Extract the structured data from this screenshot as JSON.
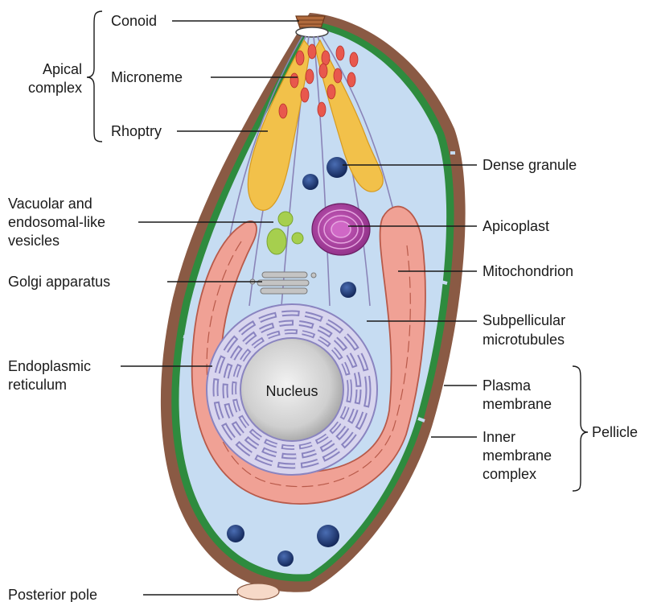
{
  "labels": {
    "conoid": "Conoid",
    "apical_complex_1": "Apical",
    "apical_complex_2": "complex",
    "microneme": "Microneme",
    "rhoptry": "Rhoptry",
    "dense_granule": "Dense granule",
    "vacuolar_1": "Vacuolar and",
    "vacuolar_2": "endosomal-like",
    "vacuolar_3": "vesicles",
    "apicoplast": "Apicoplast",
    "mitochondrion": "Mitochondrion",
    "golgi": "Golgi apparatus",
    "subpellicular_1": "Subpellicular",
    "subpellicular_2": "microtubules",
    "er_1": "Endoplasmic",
    "er_2": "reticulum",
    "nucleus": "Nucleus",
    "plasma_1": "Plasma",
    "plasma_2": "membrane",
    "inner_1": "Inner",
    "inner_2": "membrane",
    "inner_3": "complex",
    "pellicle": "Pellicle",
    "posterior_pole": "Posterior pole"
  },
  "colors": {
    "outer_membrane": "#8a5a44",
    "inner_membrane": "#2e8b3e",
    "cytoplasm": "#c6dcf2",
    "rhoptry": "#f2c14a",
    "microneme": "#e8584d",
    "dense_granule": "#1f3a6e",
    "apicoplast": "#a23a9a",
    "vesicles": "#a6cf4e",
    "mitochondrion": "#f0a195",
    "nucleus": "#c9c9c9",
    "er": "#b7b3da"
  }
}
